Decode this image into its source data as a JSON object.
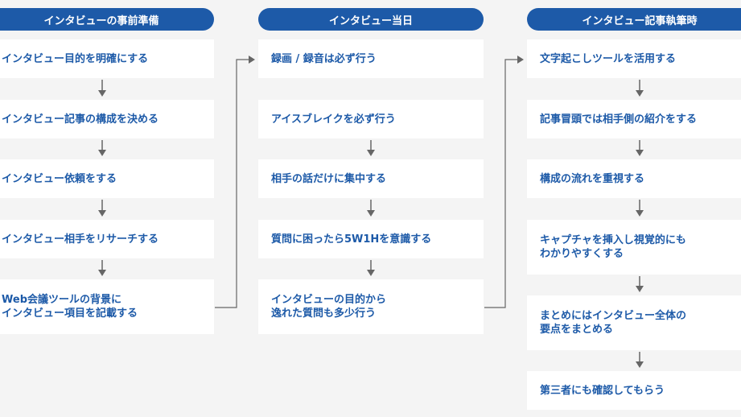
{
  "colors": {
    "background": "#f4f4f4",
    "header_bg": "#1d5aa8",
    "header_text": "#ffffff",
    "box_bg": "#ffffff",
    "box_text": "#1d5aa8",
    "arrow": "#666666"
  },
  "columns": [
    {
      "header": "インタビューの事前準備",
      "steps": [
        {
          "lines": [
            "インタビュー目的を明確にする"
          ]
        },
        {
          "lines": [
            "インタビュー記事の構成を決める"
          ]
        },
        {
          "lines": [
            "インタビュー依頼をする"
          ]
        },
        {
          "lines": [
            "インタビュー相手をリサーチする"
          ]
        },
        {
          "lines": [
            "Web会議ツールの背景に",
            "インタビュー項目を記載する"
          ]
        }
      ]
    },
    {
      "header": "インタビュー当日",
      "steps": [
        {
          "lines": [
            "録画 / 録音は必ず行う"
          ]
        },
        {
          "lines": [
            "アイスブレイクを必ず行う"
          ]
        },
        {
          "lines": [
            "相手の話だけに集中する"
          ]
        },
        {
          "lines": [
            "質問に困ったら5W1Hを意識する"
          ]
        },
        {
          "lines": [
            "インタビューの目的から",
            "逸れた質問も多少行う"
          ]
        }
      ]
    },
    {
      "header": "インタビュー記事執筆時",
      "steps": [
        {
          "lines": [
            "文字起こしツールを活用する"
          ]
        },
        {
          "lines": [
            "記事冒頭では相手側の紹介をする"
          ]
        },
        {
          "lines": [
            "構成の流れを重視する"
          ]
        },
        {
          "lines": [
            "キャプチャを挿入し視覚的にも",
            "わかりやすくする"
          ]
        },
        {
          "lines": [
            "まとめにはインタビュー全体の",
            "要点をまとめる"
          ]
        },
        {
          "lines": [
            "第三者にも確認してもらう"
          ]
        }
      ]
    }
  ]
}
